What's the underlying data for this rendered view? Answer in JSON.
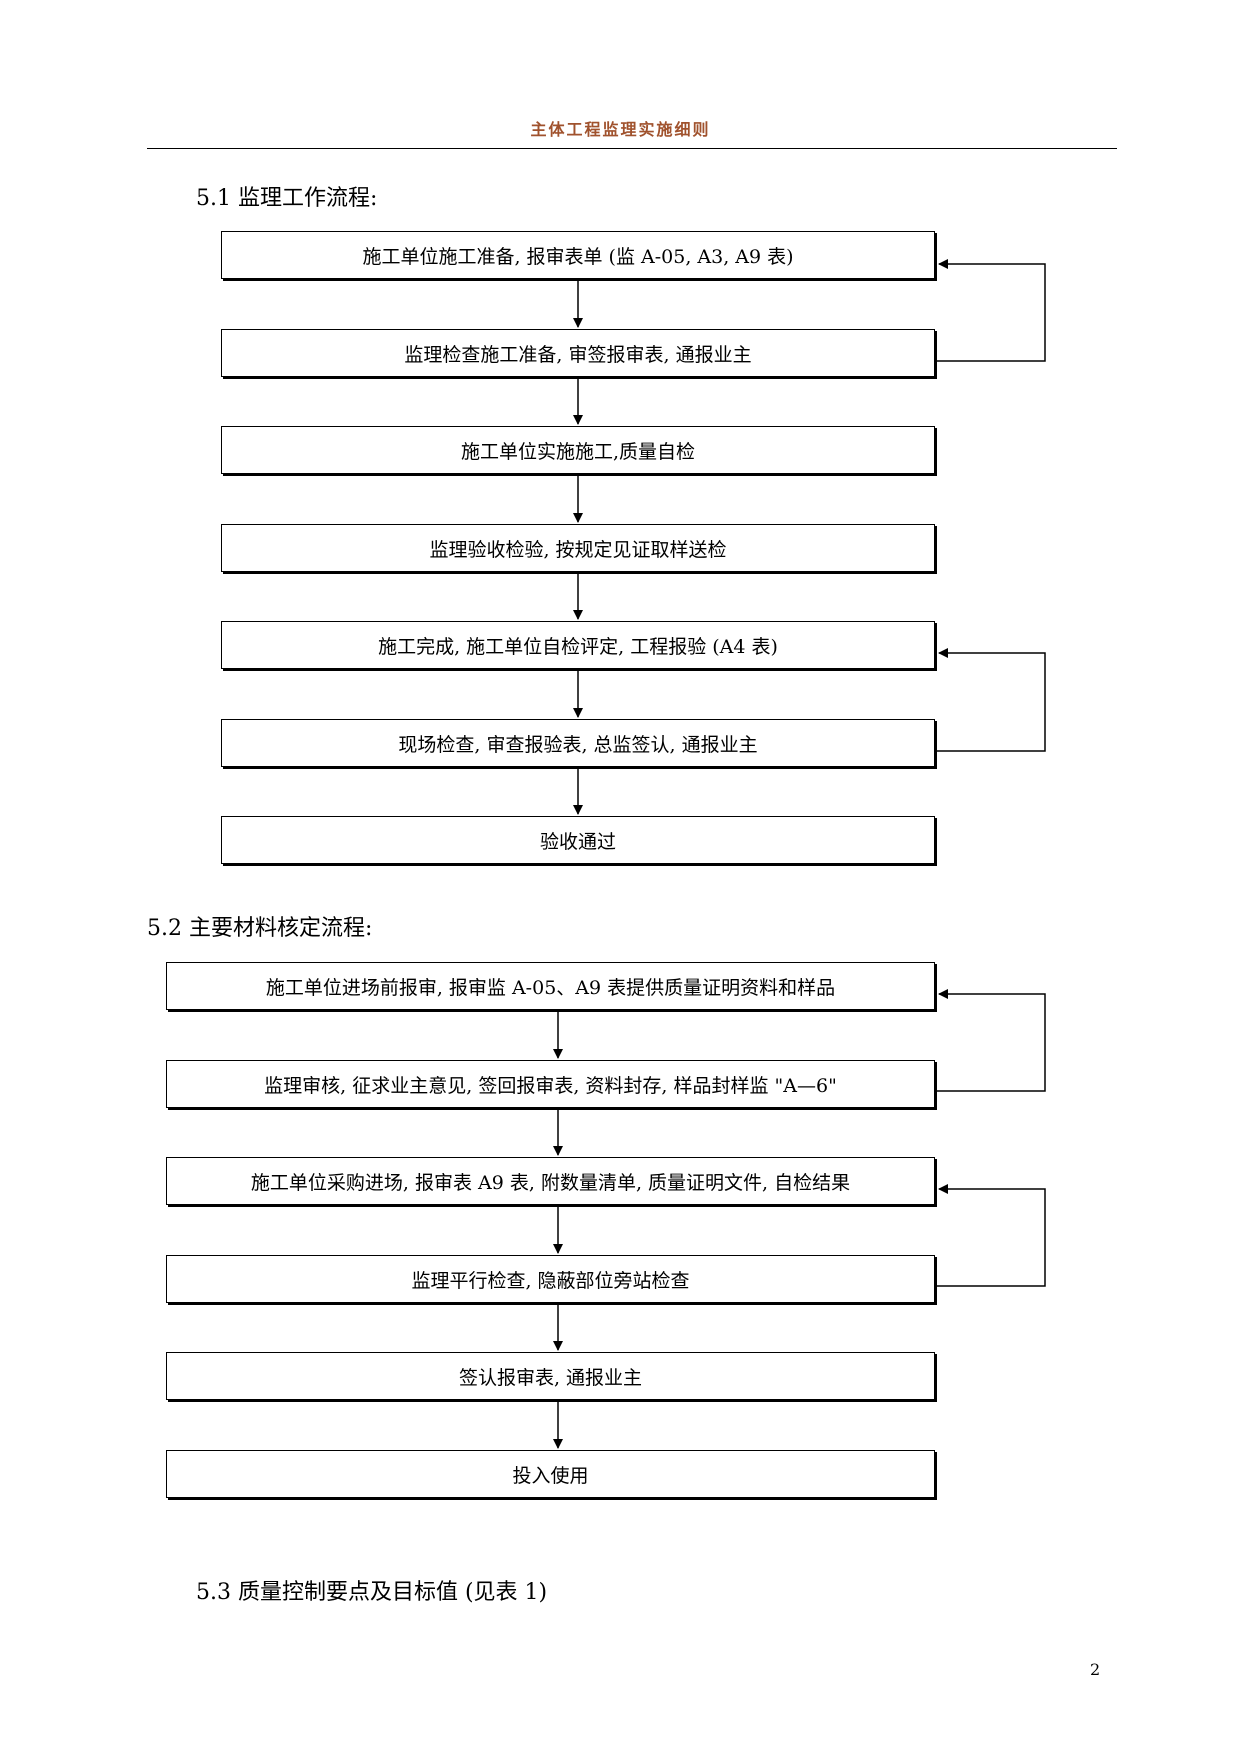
{
  "header": {
    "title": "主体工程监理实施细则"
  },
  "section_1": {
    "title": "5.1 监理工作流程:",
    "steps": [
      "施工单位施工准备, 报审表单 (监 A-05, A3, A9 表)",
      "监理检查施工准备, 审签报审表, 通报业主",
      "施工单位实施施工,质量自检",
      "监理验收检验, 按规定见证取样送检",
      "施工完成, 施工单位自检评定, 工程报验 (A4 表)",
      "现场检查, 审查报验表, 总监签认, 通报业主",
      "验收通过"
    ]
  },
  "section_2": {
    "title": "5.2 主要材料核定流程:",
    "steps": [
      "施工单位进场前报审, 报审监 A-05、A9 表提供质量证明资料和样品",
      "监理审核, 征求业主意见, 签回报审表, 资料封存, 样品封样监 \"A—6\"",
      "施工单位采购进场, 报审表 A9 表, 附数量清单, 质量证明文件, 自检结果",
      "监理平行检查, 隐蔽部位旁站检查",
      "签认报审表, 通报业主",
      "投入使用"
    ]
  },
  "section_3": {
    "title": "5.3 质量控制要点及目标值 (见表 1)"
  },
  "page_number": "2",
  "colors": {
    "header": "#a0522d",
    "line": "#000000"
  }
}
